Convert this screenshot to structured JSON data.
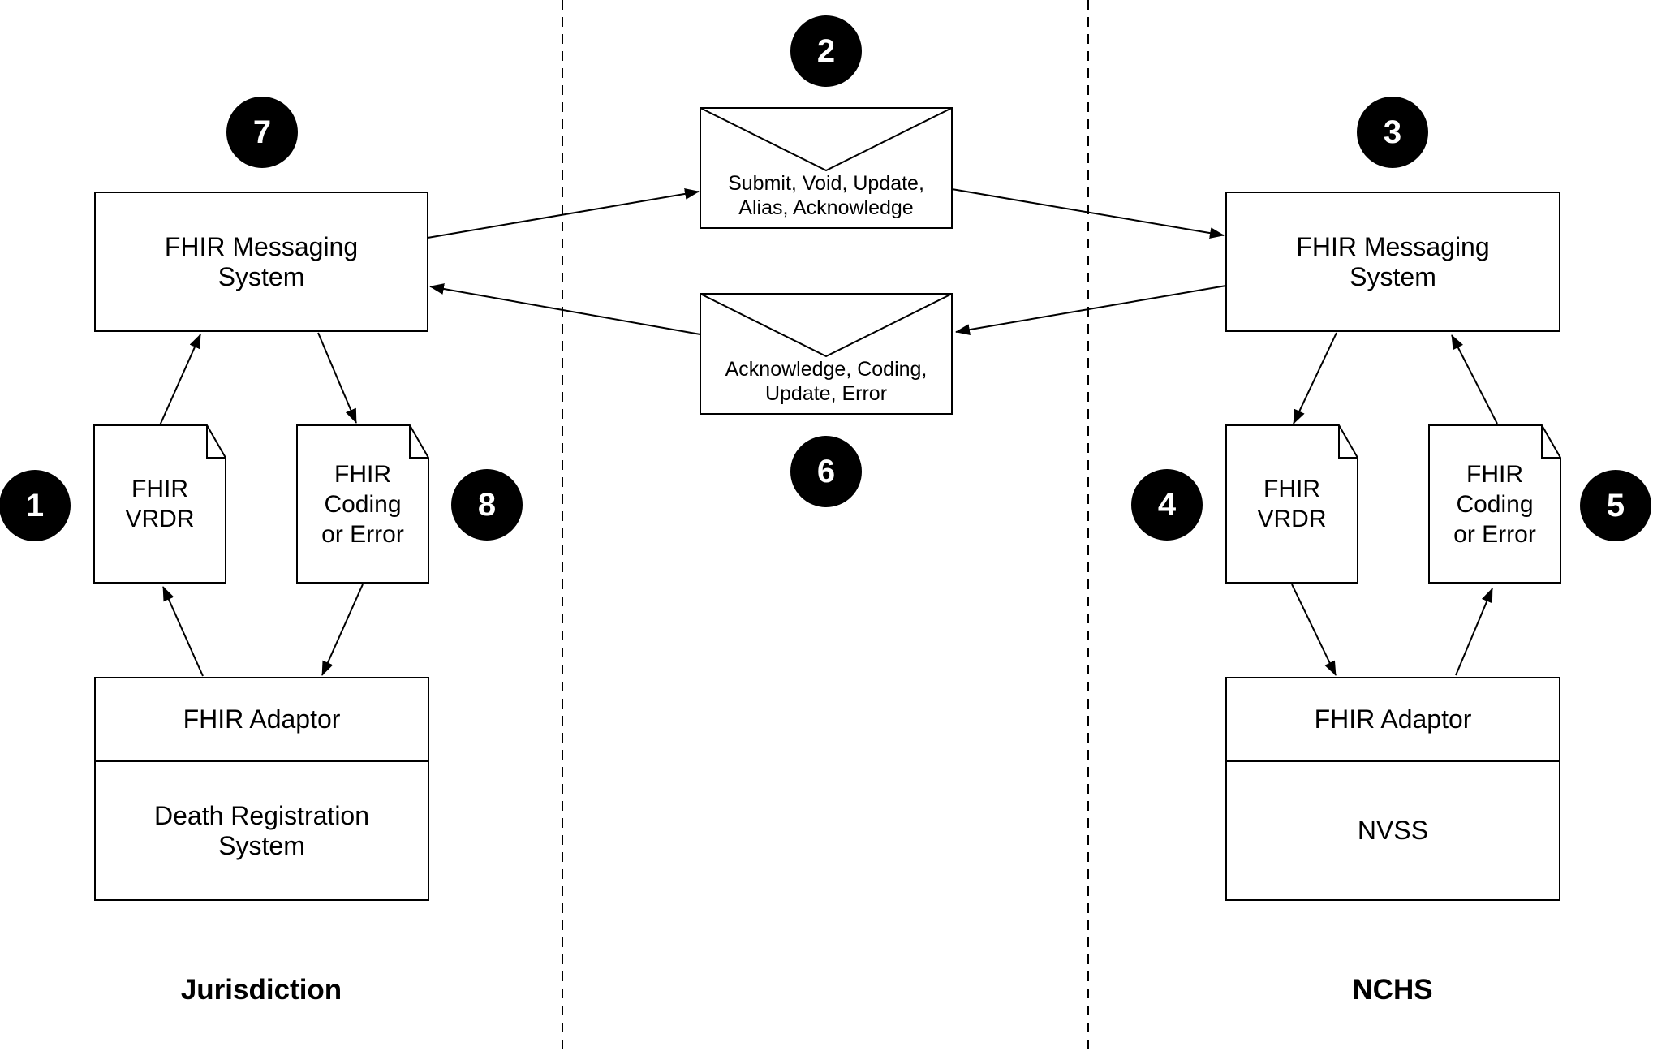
{
  "diagram": {
    "lanes": {
      "left_label": "Jurisdiction",
      "right_label": "NCHS"
    },
    "nodes": {
      "messaging_left": "FHIR Messaging System",
      "messaging_right": "FHIR Messaging System",
      "vrdr_left": "FHIR VRDR",
      "coding_left": "FHIR Coding or Error",
      "vrdr_right": "FHIR VRDR",
      "coding_right": "FHIR Coding or Error",
      "adaptor_left_top": "FHIR Adaptor",
      "adaptor_left_bottom": "Death Registration System",
      "adaptor_right_top": "FHIR Adaptor",
      "adaptor_right_bottom": "NVSS"
    },
    "envelopes": {
      "request": "Submit, Void, Update, Alias, Acknowledge",
      "response": "Acknowledge, Coding, Update, Error"
    },
    "steps": {
      "s1": "1",
      "s2": "2",
      "s3": "3",
      "s4": "4",
      "s5": "5",
      "s6": "6",
      "s7": "7",
      "s8": "8"
    },
    "colors": {
      "stroke": "#000000",
      "fill": "#ffffff",
      "badge_bg": "#000000",
      "badge_text": "#ffffff"
    }
  }
}
